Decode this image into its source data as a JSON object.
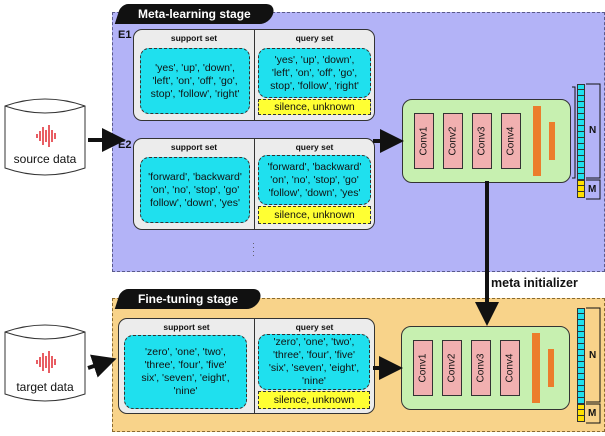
{
  "stages": {
    "meta": {
      "title": "Meta-learning stage"
    },
    "fine": {
      "title": "Fine-tuning stage"
    }
  },
  "meta_initializer": "meta initializer",
  "sources": {
    "source": "source data",
    "target": "target data"
  },
  "headers": {
    "support": "support set",
    "query": "query set"
  },
  "episodes": [
    {
      "label": "E1",
      "support": "'yes', 'up', 'down',\n'left', 'on', 'off', 'go',\nstop', 'follow', 'right'",
      "query": "'yes', 'up', 'down',\n'left', 'on', 'off', 'go',\nstop', 'follow', 'right'",
      "extra": "silence, unknown"
    },
    {
      "label": "E2",
      "support": "'forward', 'backward'\n'on', 'no', 'stop', 'go'\nfollow', 'down', 'yes'",
      "query": "'forward', 'backward'\n'on', 'no', 'stop', 'go'\n'follow', 'down', 'yes'",
      "extra": "silence, unknown"
    }
  ],
  "fine_episode": {
    "support": "'zero', 'one', 'two',\n'three', 'four', 'five'\nsix', 'seven', 'eight',\n'nine'",
    "query": "'zero', 'one', 'two',\n'three', 'four', 'five'\n'six', 'seven', 'eight',\n'nine'",
    "extra": "silence, unknown"
  },
  "network": {
    "layers": [
      "Conv1",
      "Conv2",
      "Conv3",
      "Conv4"
    ],
    "output_labels": {
      "n": "N",
      "m": "M"
    }
  },
  "colors": {
    "meta_bg": "#b3b3f7",
    "fine_bg": "#f8d38a",
    "word_box": "#1fe0ee",
    "unknown_box": "#ffff33",
    "network_bg": "#c7f0b0",
    "conv_fill": "#f1b0b0",
    "fc_fill": "#ec7d2c",
    "waveform": "#e2343c"
  },
  "icons": [
    "database-icon",
    "waveform-icon",
    "arrow-icon"
  ]
}
